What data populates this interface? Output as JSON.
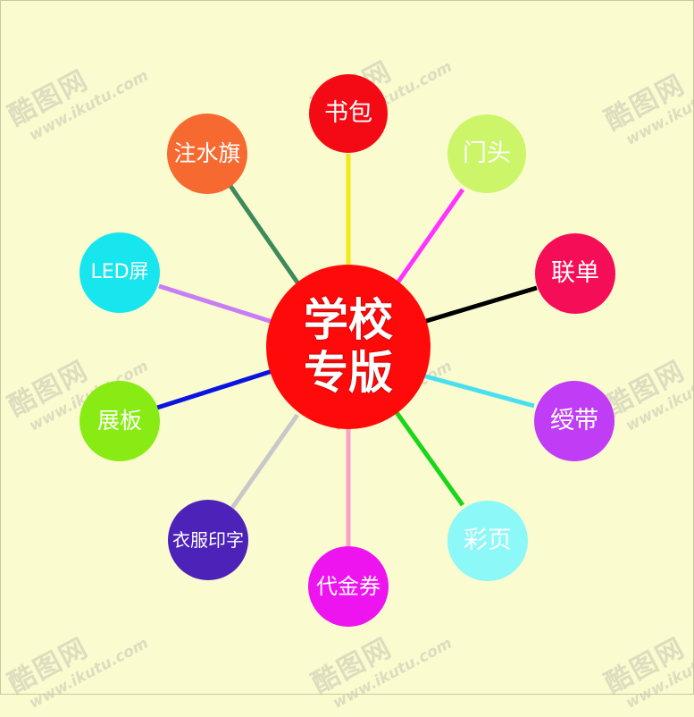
{
  "diagram": {
    "center": {
      "line1": "学校",
      "line2": "专版",
      "color": "#ff0a0a"
    },
    "nodes": [
      {
        "label": "书包",
        "color": "#f40a14",
        "line_color": "#f2ea1a"
      },
      {
        "label": "门头",
        "color": "#ccf56a",
        "line_color": "#ff33ff"
      },
      {
        "label": "联单",
        "color": "#f50d57",
        "line_color": "#000000"
      },
      {
        "label": "绶带",
        "color": "#c13cf5",
        "line_color": "#48e0f0"
      },
      {
        "label": "彩页",
        "color": "#8cf8f8",
        "line_color": "#1ad61a"
      },
      {
        "label": "代金券",
        "color": "#ee14f0",
        "line_color": "#f7a3c8"
      },
      {
        "label": "衣服印字",
        "color": "#4d22b8",
        "line_color": "#c8c8c8"
      },
      {
        "label": "展板",
        "color": "#88ec14",
        "line_color": "#0a14e0"
      },
      {
        "label": "LED屏",
        "color": "#17e6ef",
        "line_color": "#c77ef5"
      },
      {
        "label": "注水旗",
        "color": "#f66a32",
        "line_color": "#3e8a5a"
      }
    ]
  },
  "watermark": {
    "logo": "酷图网",
    "url": "www.ikutu.com"
  }
}
